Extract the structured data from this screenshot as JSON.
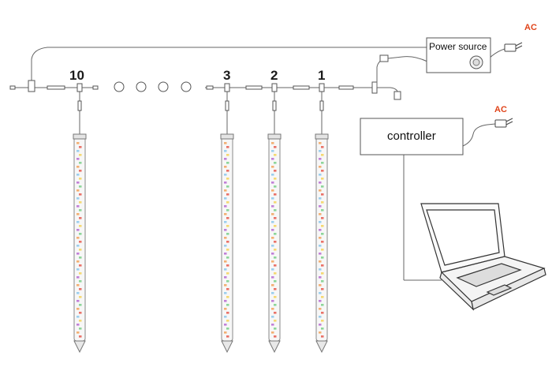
{
  "labels": {
    "tube_10": "10",
    "tube_3": "3",
    "tube_2": "2",
    "tube_1": "1",
    "power_source": "Power source",
    "controller": "controller",
    "ac_top": "AC",
    "ac_bottom": "AC"
  },
  "colors": {
    "ac_label": "#e0441a",
    "wire": "#666666",
    "led_palette": [
      "#f2a25c",
      "#e85a4f",
      "#8cc8ec",
      "#f4d35a",
      "#b86bd1",
      "#7ad08a"
    ]
  },
  "icons": [
    "plug-icon",
    "laptop-icon",
    "power-knob-icon",
    "connector-icon"
  ]
}
